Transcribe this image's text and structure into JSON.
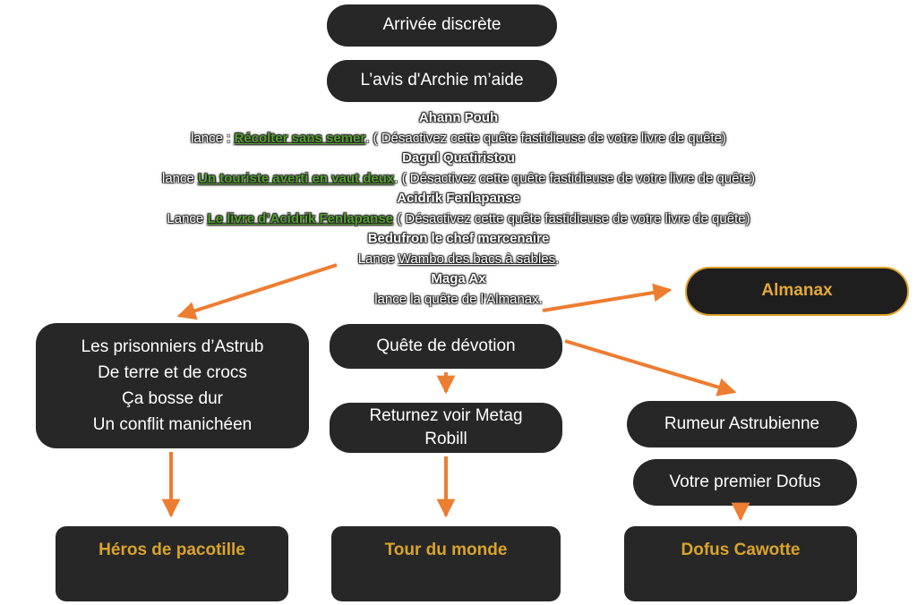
{
  "colors": {
    "box_bg": "#272727",
    "arrow_orange": "#ED7D31",
    "gold_text": "#D9A42A",
    "almanax_border": "#DFA32B",
    "green_link": "#54A02F",
    "text_white": "#ffffff",
    "background": "#ffffff"
  },
  "nodes": {
    "arrivee": {
      "label": "Arrivée discrète"
    },
    "archie": {
      "label": "L’avis d'Archie m’aide"
    },
    "almanax": {
      "label": "Almanax"
    },
    "prisonniers": {
      "lines": [
        "Les prisonniers d’Astrub",
        "De terre et de crocs",
        "Ça bosse dur",
        "Un conflit manichéen"
      ]
    },
    "devotion": {
      "label": "Quête de dévotion"
    },
    "metag": {
      "lines": [
        "Returnez voir Metag",
        "Robill"
      ]
    },
    "rumeur": {
      "label": "Rumeur Astrubienne"
    },
    "premier_dofus": {
      "label": "Votre premier Dofus"
    },
    "heros": {
      "label": "Héros de pacotille"
    },
    "tour": {
      "label": "Tour du monde"
    },
    "cawotte": {
      "label": "Dofus Cawotte"
    }
  },
  "notes": {
    "npc1": "Ahann Pouh",
    "q1_pre": "lance : ",
    "q1_link": "Récolter sans semer",
    "q1_post": ". ( Désactivez cette quête fastidieuse de votre livre de quête)",
    "npc2": "Dagul Quatiristou",
    "q2_pre": "lance ",
    "q2_link": "Un touriste averti en vaut deux",
    "q2_post": ". ( Désactivez cette quête fastidieuse de votre livre de quête)",
    "npc3": "Acidrik Fenlapanse",
    "q3_pre": "Lance ",
    "q3_link": "Le livre d’Acidrik Fenlapanse",
    "q3_post": " ( Désactivez cette quête fastidieuse de votre livre de quête)",
    "npc4": "Bedufron le chef mercenaire",
    "q4_pre": "Lance ",
    "q4_link": "Wambo des bacs à sables",
    "q4_post": ".",
    "npc5": "Maga Ax",
    "q5_text": "lance la quête de l’Almanax."
  },
  "edges": [
    {
      "from": "quest-notes",
      "to": "prisonniers"
    },
    {
      "from": "quest-notes",
      "to": "almanax"
    },
    {
      "from": "devotion",
      "to": "metag"
    },
    {
      "from": "devotion",
      "to": "rumeur"
    },
    {
      "from": "prisonniers",
      "to": "heros"
    },
    {
      "from": "metag",
      "to": "tour"
    },
    {
      "from": "premier_dofus",
      "to": "cawotte"
    }
  ]
}
